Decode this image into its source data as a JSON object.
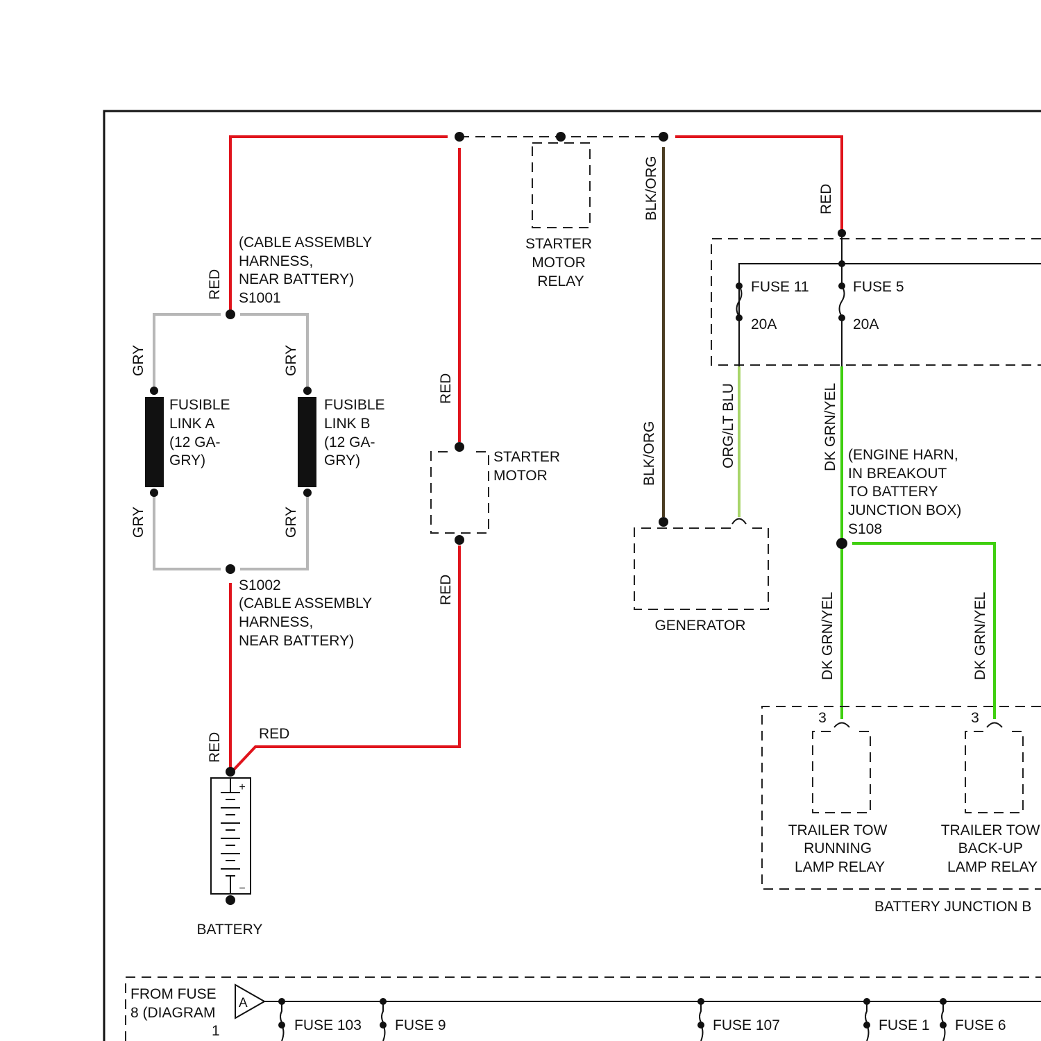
{
  "colors": {
    "red": "#e0141c",
    "gray": "#b7b7b7",
    "green": "#3fcf10",
    "blk_org": "#4a3c22",
    "org_blu": "#a8d56a",
    "black": "#111111"
  },
  "wire_labels": {
    "red_s1001": "RED",
    "gry_a_top": "GRY",
    "gry_b_top": "GRY",
    "gry_a_bottom": "GRY",
    "gry_b_bottom": "GRY",
    "red_battery": "RED",
    "red_battery_h": "RED",
    "red_to_motor_top": "RED",
    "red_to_motor_bottom": "RED",
    "blk_org_top": "BLK/ORG",
    "blk_org_bottom": "BLK/ORG",
    "red_fuse_box": "RED",
    "org_lt_blu": "ORG/LT BLU",
    "dk_grn_yel_top": "DK GRN/YEL",
    "dk_grn_yel_left": "DK GRN/YEL",
    "dk_grn_yel_right": "DK GRN/YEL"
  },
  "splice_s1001": [
    "(CABLE ASSEMBLY",
    "HARNESS,",
    "NEAR BATTERY)",
    "S1001"
  ],
  "splice_s1002": [
    "S1002",
    "(CABLE ASSEMBLY",
    "HARNESS,",
    "NEAR BATTERY)"
  ],
  "fusible_link_a": [
    "FUSIBLE",
    "LINK A",
    "(12 GA-",
    "GRY)"
  ],
  "fusible_link_b": [
    "FUSIBLE",
    "LINK B",
    "(12 GA-",
    "GRY)"
  ],
  "starter_motor_relay": [
    "STARTER",
    "MOTOR",
    "RELAY"
  ],
  "starter_motor": [
    "STARTER",
    "MOTOR"
  ],
  "generator": "GENERATOR",
  "battery": "BATTERY",
  "battery_plus": "+",
  "battery_minus": "−",
  "fuse_11": {
    "name": "FUSE 11",
    "rating": "20A"
  },
  "fuse_5": {
    "name": "FUSE 5",
    "rating": "20A"
  },
  "splice_s108": [
    "(ENGINE HARN,",
    "IN BREAKOUT",
    "TO BATTERY",
    "JUNCTION BOX)",
    "S108"
  ],
  "relay_running": {
    "pin": "3",
    "label": [
      "TRAILER TOW",
      "RUNNING",
      "LAMP RELAY"
    ]
  },
  "relay_backup": {
    "pin": "3",
    "label": [
      "TRAILER TOW",
      "BACK-UP",
      "LAMP RELAY"
    ]
  },
  "battery_junction_box": "BATTERY JUNCTION B",
  "from_fuse": [
    "FROM FUSE",
    "8 (DIAGRAM",
    "1"
  ],
  "connector_a": "A",
  "bottom_fuses": [
    "FUSE 103",
    "FUSE 9",
    "FUSE 107",
    "FUSE 1",
    "FUSE 6"
  ]
}
